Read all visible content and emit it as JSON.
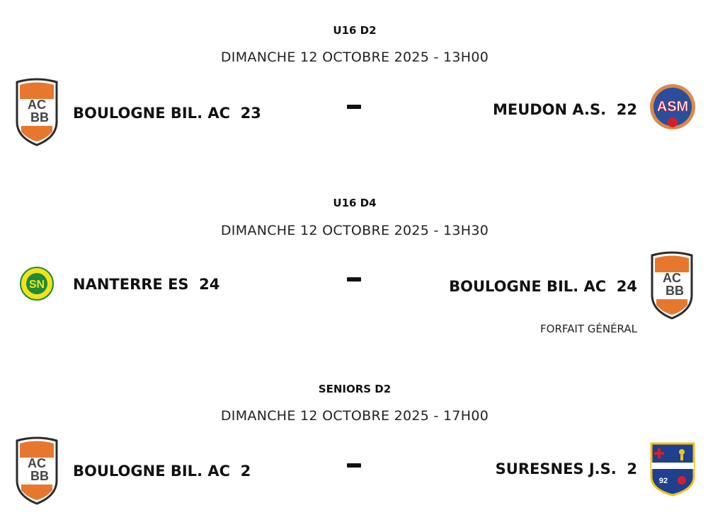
{
  "matches": [
    {
      "competition": "U16 D2",
      "datetime": "DIMANCHE 12 OCTOBRE 2025 - 13H00",
      "home": {
        "name": "BOULOGNE BIL. AC",
        "score": "23",
        "logo": "acbb-crest-icon"
      },
      "away": {
        "name": "MEUDON A.S.",
        "score": "22",
        "logo": "asm-meudon-crest-icon",
        "logo_text": "ASM"
      },
      "separator": "-",
      "note": ""
    },
    {
      "competition": "U16 D4",
      "datetime": "DIMANCHE 12 OCTOBRE 2025 - 13H30",
      "home": {
        "name": "NANTERRE ES",
        "score": "24",
        "logo": "es-nanterre-crest-icon",
        "logo_text": "SN"
      },
      "away": {
        "name": "BOULOGNE BIL. AC",
        "score": "24",
        "logo": "acbb-crest-icon"
      },
      "separator": "-",
      "note": "FORFAIT GÉNÉRAL"
    },
    {
      "competition": "SENIORS D2",
      "datetime": "DIMANCHE 12 OCTOBRE 2025 - 17H00",
      "home": {
        "name": "BOULOGNE BIL. AC",
        "score": "2",
        "logo": "acbb-crest-icon"
      },
      "away": {
        "name": "SURESNES J.S.",
        "score": "2",
        "logo": "js-suresnes-crest-icon",
        "logo_text": "92"
      },
      "separator": "-",
      "note": ""
    }
  ],
  "crest_text": {
    "acbb_top": "AC",
    "acbb_bottom": "BB"
  },
  "colors": {
    "acbb_orange": "#e8772e",
    "meudon_blue": "#2a4e9b",
    "nanterre_green": "#1f8a3a",
    "nanterre_yellow": "#f2e21a",
    "suresnes_blue": "#1f3f8f",
    "suresnes_red": "#d4202c"
  }
}
